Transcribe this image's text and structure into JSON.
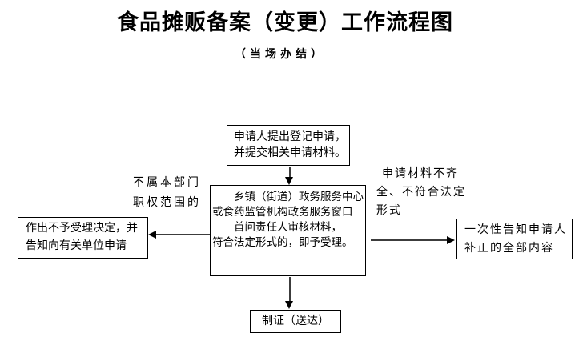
{
  "page": {
    "title": "食品摊贩备案（变更）工作流程图",
    "subtitle": "（当场办结）"
  },
  "nodes": {
    "apply": {
      "lines": [
        "申请人提出登记申请，",
        "并提交相关申请材料。"
      ]
    },
    "review": {
      "lines": [
        "　　乡镇（街道）政务服务中心",
        "或食药监管机构政务服务窗口",
        "　　首问责任人审核材料，",
        "符合法定形式的，即予受理。"
      ]
    },
    "reject": {
      "lines": [
        "作出不予受理决定，并",
        "告知向有关单位申请"
      ]
    },
    "supplement": {
      "lines": [
        "一次性告知申请人",
        "补正的全部内容"
      ]
    },
    "certify": {
      "label": "制证（送达）"
    }
  },
  "edge_labels": {
    "out_of_scope": {
      "lines": [
        "不属本部门",
        "职权范围的"
      ]
    },
    "incomplete": {
      "lines": [
        "申请材料不齐",
        "全、不符合法定",
        "形式"
      ]
    }
  },
  "colors": {
    "background": "#ffffff",
    "text": "#000000",
    "box_border": "#000000",
    "arrow_shaft": "#3c3c3c",
    "arrow_head": "#000000"
  }
}
